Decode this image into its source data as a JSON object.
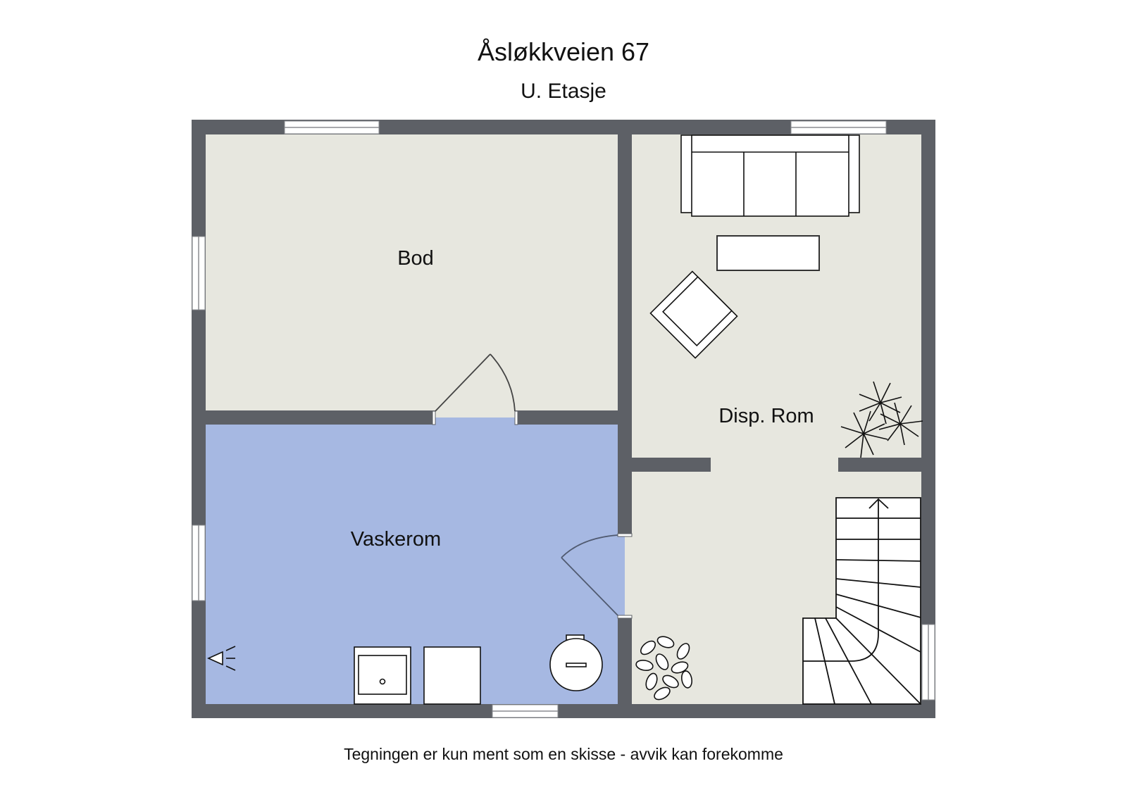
{
  "header": {
    "title": "Åsløkkveien 67",
    "subtitle": "U. Etasje"
  },
  "rooms": [
    {
      "id": "bod",
      "label": "Bod",
      "color": "#e7e7df"
    },
    {
      "id": "vaskerom",
      "label": "Vaskerom",
      "color": "#a6b8e2"
    },
    {
      "id": "disp-rom",
      "label": "Disp. Rom",
      "color": "#e7e7df"
    }
  ],
  "colors": {
    "wall": "#5d6066",
    "floor": "#e7e7df",
    "wet_room": "#a6b8e2",
    "window": "#ffffff",
    "furniture": "#ffffff",
    "line": "#111111"
  },
  "furniture": [
    "sofa",
    "coffee-table",
    "armchair",
    "plant",
    "plant",
    "stairs",
    "sink",
    "washing-machine",
    "water-heater",
    "floor-drain"
  ],
  "footer": {
    "disclaimer": "Tegningen er kun ment som en skisse - avvik kan forekomme"
  }
}
